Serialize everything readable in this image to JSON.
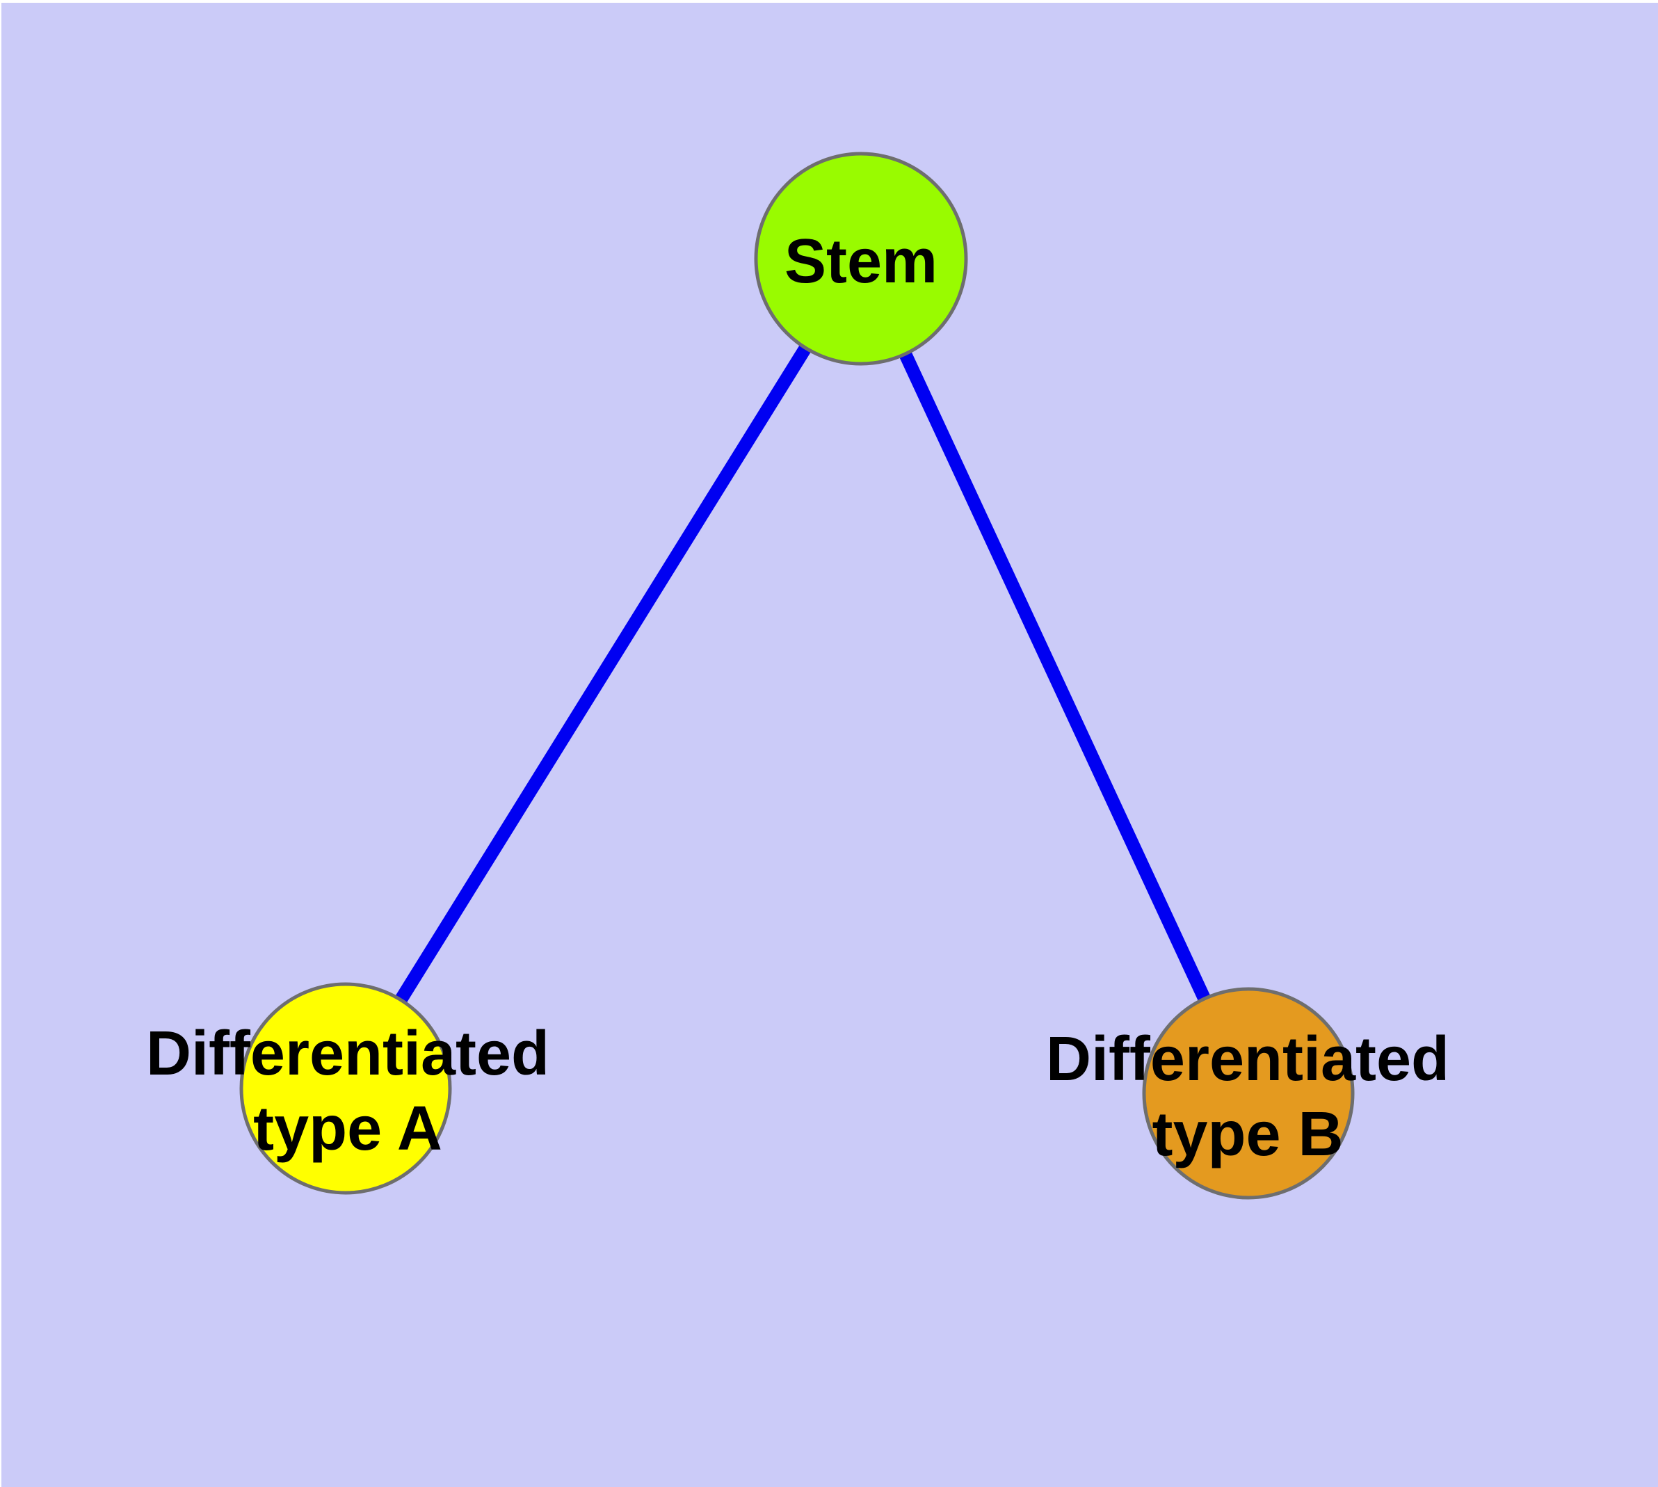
{
  "diagram": {
    "background_color": "#CBCBF8",
    "edge_color": "#0000F2",
    "node_border_color": "#6E6E6E",
    "label_color": "#000000",
    "nodes": [
      {
        "id": "stem",
        "fill": "#99FB00",
        "lines": [
          "Stem"
        ]
      },
      {
        "id": "type-a",
        "fill": "#FFFF00",
        "lines": [
          "Differentiated",
          "type A"
        ]
      },
      {
        "id": "type-b",
        "fill": "#E49A1F",
        "lines": [
          "Differentiated",
          "type B"
        ]
      }
    ],
    "edges": [
      {
        "from": "Stem",
        "to": "Differentiated type A"
      },
      {
        "from": "Stem",
        "to": "Differentiated type B"
      }
    ]
  }
}
